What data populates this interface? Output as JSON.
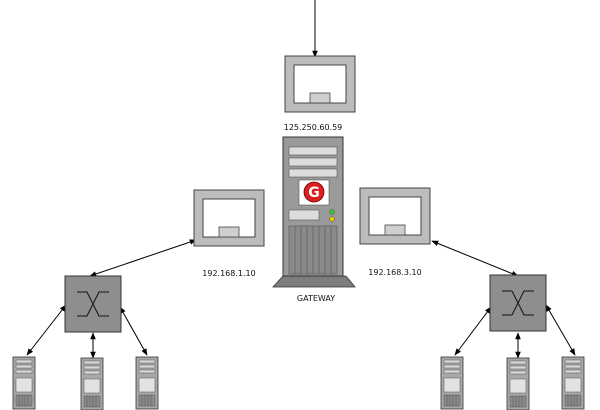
{
  "diagram": {
    "wan_ip": "125.250.60.59",
    "gateway_label": "GATEWAY",
    "gateway_logo_letter": "G",
    "left_ip": "192.168.1.10",
    "right_ip": "192.168.3.10"
  },
  "colors": {
    "line": "#000000",
    "nic_fill": "#bcbcbc",
    "switch_fill": "#8e8e8e",
    "tower_fill": "#9a9a9a",
    "logo_red": "#d82020",
    "led_green": "#33cc33",
    "led_yellow": "#e8d000"
  },
  "icons": {
    "gateway": "server-tower-icon",
    "switch": "network-switch-icon",
    "adapter": "network-adapter-icon",
    "client": "client-computer-icon"
  }
}
